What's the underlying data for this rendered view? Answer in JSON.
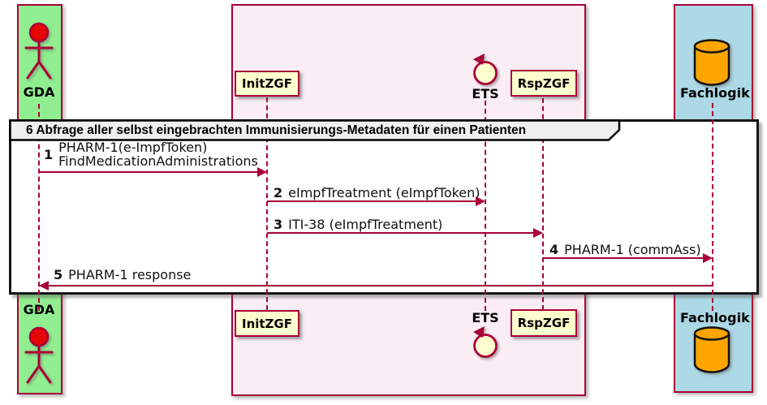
{
  "frame": {
    "title": "6 Abfrage aller selbst eingebrachten Immunisierungs-Metadaten für einen Patienten"
  },
  "participants": {
    "gda": {
      "label": "GDA",
      "type": "actor"
    },
    "initzgf": {
      "label": "InitZGF",
      "type": "participant"
    },
    "ets": {
      "label": "ETS",
      "type": "control"
    },
    "rspzgf": {
      "label": "RspZGF",
      "type": "participant"
    },
    "fachlogik": {
      "label": "Fachlogik",
      "type": "database"
    }
  },
  "messages": [
    {
      "number": "1",
      "line1": "PHARM-1(e-ImpfToken)",
      "line2": "FindMedicationAdministrations",
      "from": "GDA",
      "to": "InitZGF"
    },
    {
      "number": "2",
      "text": "eImpfTreatment (eImpfToken)",
      "from": "InitZGF",
      "to": "ETS"
    },
    {
      "number": "3",
      "text": "ITI-38 (eImpfTreatment)",
      "from": "InitZGF",
      "to": "RspZGF"
    },
    {
      "number": "4",
      "text": "PHARM-1 (commAss)",
      "from": "RspZGF",
      "to": "Fachlogik"
    },
    {
      "number": "5",
      "text": "PHARM-1 response",
      "from": "Fachlogik",
      "to": "GDA"
    }
  ],
  "colors": {
    "arrow": "#A80036",
    "lifeline": "#A80036",
    "actor_group_bg": "#90EE90",
    "system_group_bg": "#FAEDF4",
    "external_group_bg": "#ADD8E6",
    "participant_fill": "#FEFECE",
    "participant_border": "#A80036",
    "actor_head": "#E60505",
    "database_fill": "#FFA500",
    "frame_border": "#151515",
    "frame_header_fill": "#EFEFEF"
  }
}
